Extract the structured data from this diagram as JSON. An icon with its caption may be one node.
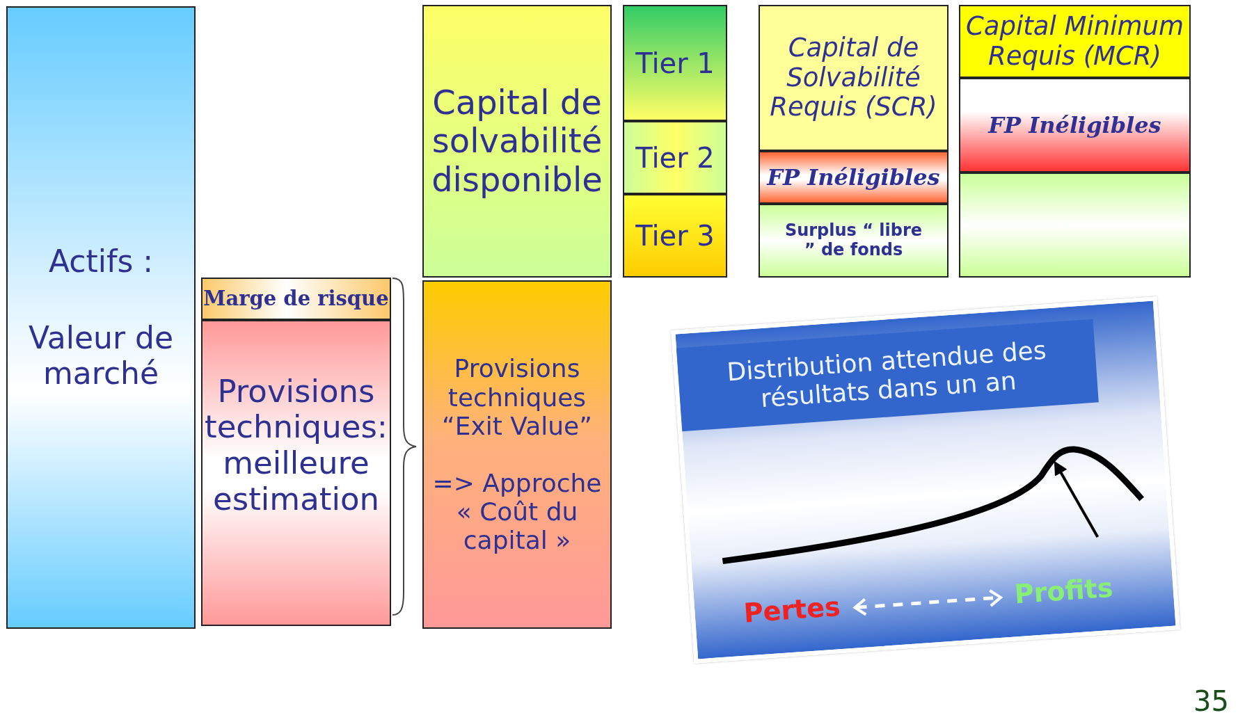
{
  "diagram": {
    "nodes": [
      {
        "text": [
          "Actifs :",
          "Valeur de marché"
        ]
      },
      {
        "text": [
          "Marge de risque"
        ]
      },
      {
        "text": [
          "Provisions techniques: meilleure estimation"
        ]
      },
      {
        "text": [
          "Capital de solvabilité disponible"
        ]
      },
      {
        "text": [
          "Provisions techniques “Exit Value”",
          "=> Approche « Coût du capital »"
        ]
      },
      {
        "text": [
          "Tier 1"
        ]
      },
      {
        "text": [
          "Tier 2"
        ]
      },
      {
        "text": [
          "Tier 3"
        ]
      },
      {
        "text": [
          "Capital de Solvabilité Requis (SCR)"
        ]
      },
      {
        "text": [
          "FP Inéligibles"
        ]
      },
      {
        "text": [
          "Surplus “ libre ” de fonds"
        ]
      },
      {
        "text": [
          "Capital Minimum Requis (MCR)"
        ]
      },
      {
        "text": [
          "FP Inéligibles"
        ]
      },
      {
        "text": [],
        "shape": "box"
      },
      {
        "text": [],
        "shape": "picture"
      },
      {
        "text": [
          "Distribution attendue des résultats dans un an"
        ],
        "in": 14
      }
    ],
    "labels": [
      "Pertes",
      "Profits",
      "35"
    ]
  }
}
